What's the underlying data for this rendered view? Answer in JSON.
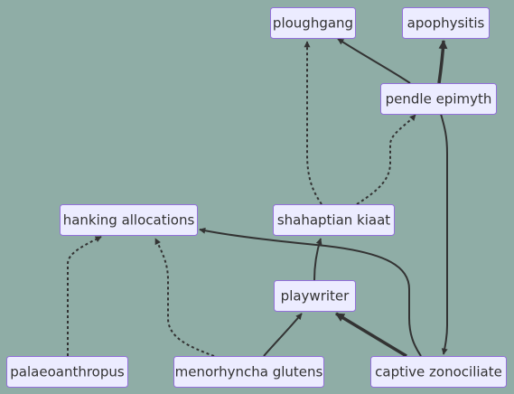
{
  "diagram": {
    "colors": {
      "background": "#8fada6",
      "node_fill": "#ececff",
      "node_border": "#9370db",
      "text": "#333333",
      "edge": "#333333"
    },
    "nodes": [
      {
        "id": "ploughgang",
        "label": "ploughgang"
      },
      {
        "id": "apophysitis",
        "label": "apophysitis"
      },
      {
        "id": "pendle_epimyth",
        "label": "pendle epimyth"
      },
      {
        "id": "hanking_allocations",
        "label": "hanking allocations"
      },
      {
        "id": "shahaptian_kiaat",
        "label": "shahaptian kiaat"
      },
      {
        "id": "playwriter",
        "label": "playwriter"
      },
      {
        "id": "palaeoanthropus",
        "label": "palaeoanthropus"
      },
      {
        "id": "menorhyncha_glutens",
        "label": "menorhyncha glutens"
      },
      {
        "id": "captive_zonociliate",
        "label": "captive zonociliate"
      }
    ],
    "edges": [
      {
        "from": "pendle_epimyth",
        "to": "ploughgang",
        "style": "solid"
      },
      {
        "from": "pendle_epimyth",
        "to": "apophysitis",
        "style": "thick"
      },
      {
        "from": "shahaptian_kiaat",
        "to": "ploughgang",
        "style": "dotted"
      },
      {
        "from": "shahaptian_kiaat",
        "to": "pendle_epimyth",
        "style": "dotted"
      },
      {
        "from": "pendle_epimyth",
        "to": "captive_zonociliate",
        "style": "solid"
      },
      {
        "from": "captive_zonociliate",
        "to": "hanking_allocations",
        "style": "solid"
      },
      {
        "from": "playwriter",
        "to": "shahaptian_kiaat",
        "style": "solid"
      },
      {
        "from": "menorhyncha_glutens",
        "to": "playwriter",
        "style": "solid"
      },
      {
        "from": "captive_zonociliate",
        "to": "playwriter",
        "style": "thick"
      },
      {
        "from": "palaeoanthropus",
        "to": "hanking_allocations",
        "style": "dotted"
      },
      {
        "from": "menorhyncha_glutens",
        "to": "hanking_allocations",
        "style": "dotted"
      }
    ]
  }
}
